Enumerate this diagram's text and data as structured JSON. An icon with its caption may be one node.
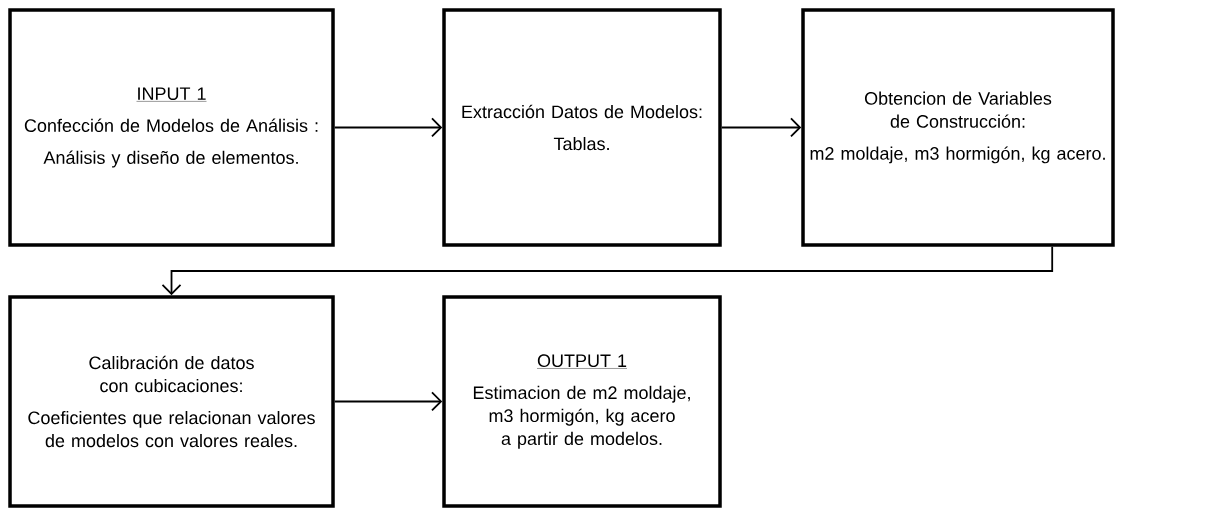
{
  "diagram": {
    "nodes": [
      {
        "text": [
          "INPUT 1",
          "Confección de Modelos de Análisis :",
          "Análisis y diseño de elementos."
        ]
      },
      {
        "text": [
          "Extracción Datos de Modelos:",
          "Tablas."
        ]
      },
      {
        "text": [
          "Obtencion de Variables de Construcción:",
          "m2 moldaje, m3 hormigón, kg acero."
        ]
      },
      {
        "text": [
          "Calibración de datos con cubicaciones:",
          "Coeficientes que relacionan valores de modelos con valores reales."
        ]
      },
      {
        "text": [
          "OUTPUT 1",
          "Estimacion de m2 moldaje, m3 hormigón, kg acero a partir de modelos."
        ]
      }
    ],
    "edges": [
      {
        "from": 0,
        "to": 1,
        "arrow": "to"
      },
      {
        "from": 1,
        "to": 2,
        "arrow": "to"
      },
      {
        "from": 2,
        "to": 3,
        "arrow": "to"
      },
      {
        "from": 3,
        "to": 4,
        "arrow": "to"
      }
    ]
  }
}
